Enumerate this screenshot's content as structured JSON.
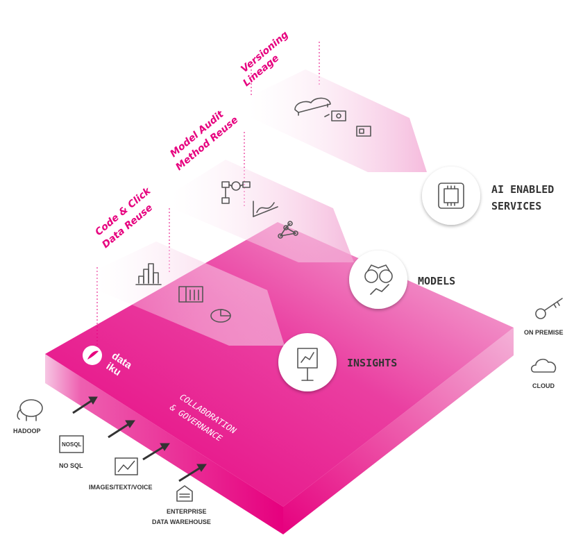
{
  "layers": {
    "data": {
      "line1": "Code & Click",
      "line2": "Data Reuse"
    },
    "model": {
      "line1": "Model Audit",
      "line2": "Method Reuse"
    },
    "version": {
      "line1": "Versioning",
      "line2": "Lineage"
    }
  },
  "outputs": {
    "insights": "INSIGHTS",
    "models": "MODELS",
    "ai_line1": "AI ENABLED",
    "ai_line2": "SERVICES"
  },
  "platform": {
    "logo_line1": "data",
    "logo_line2": "iku",
    "caption_line1": "COLLABORATION",
    "caption_line2": "& GOVERNANCE"
  },
  "sources": {
    "hadoop": "HADOOP",
    "nosql_box": "NOSQL",
    "nosql": "NO SQL",
    "images": "IMAGES/TEXT/VOICE",
    "enterprise_line1": "ENTERPRISE",
    "enterprise_line2": "DATA WAREHOUSE"
  },
  "deployment": {
    "on_premise": "ON PREMISE",
    "cloud": "CLOUD"
  },
  "colors": {
    "magenta": "#e6007e",
    "slab_light": "#f3a8d4",
    "panel": "#f2b3d9"
  }
}
